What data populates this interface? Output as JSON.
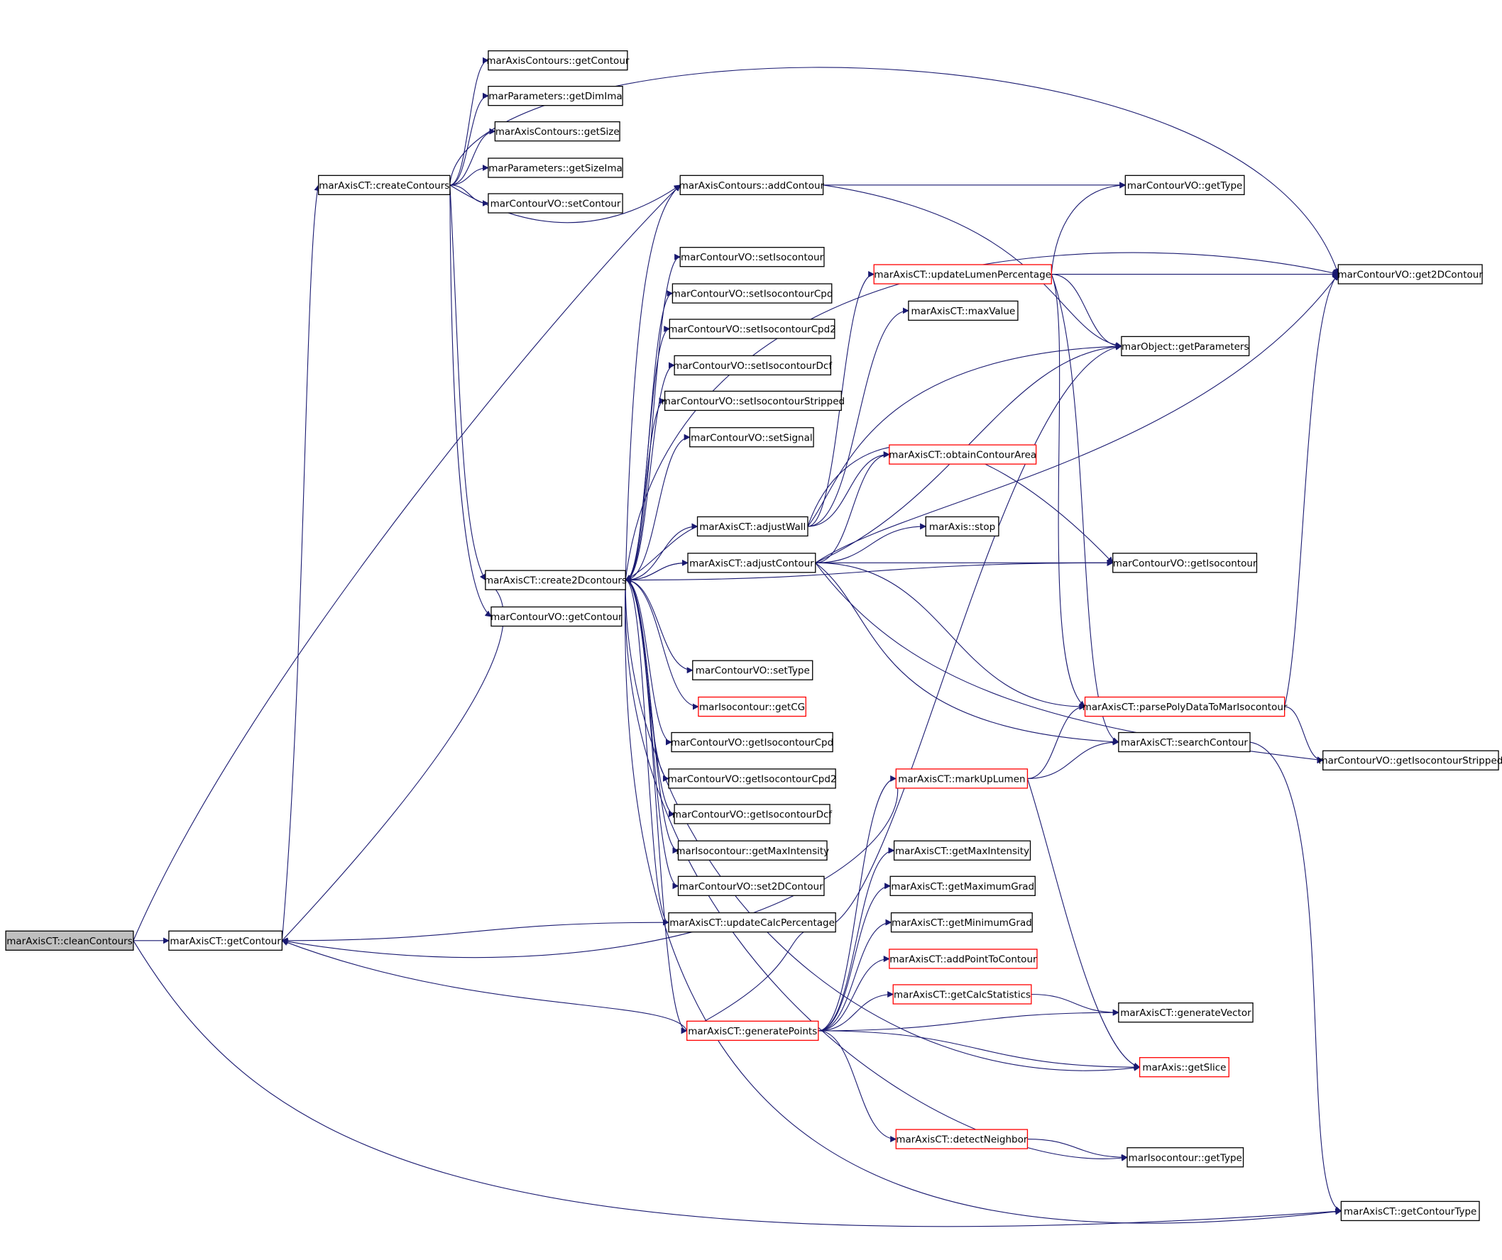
{
  "nodes": [
    {
      "id": "cleanContours",
      "label": "marAxisCT::cleanContours",
      "style": "root"
    },
    {
      "id": "getContourCT",
      "label": "marAxisCT::getContour"
    },
    {
      "id": "createContours",
      "label": "marAxisCT::createContours"
    },
    {
      "id": "axGetContour",
      "label": "marAxisContours::getContour"
    },
    {
      "id": "getDimIma",
      "label": "marParameters::getDimIma"
    },
    {
      "id": "axGetSize",
      "label": "marAxisContours::getSize"
    },
    {
      "id": "getSizeIma",
      "label": "marParameters::getSizeIma"
    },
    {
      "id": "setContour",
      "label": "marContourVO::setContour"
    },
    {
      "id": "addContour",
      "label": "marAxisContours::addContour"
    },
    {
      "id": "setIsocontour",
      "label": "marContourVO::setIsocontour"
    },
    {
      "id": "setIsoCpd",
      "label": "marContourVO::setIsocontourCpd"
    },
    {
      "id": "setIsoCpd2",
      "label": "marContourVO::setIsocontourCpd2"
    },
    {
      "id": "setIsoDcf",
      "label": "marContourVO::setIsocontourDcf"
    },
    {
      "id": "setIsoStripped",
      "label": "marContourVO::setIsocontourStripped"
    },
    {
      "id": "setSignal",
      "label": "marContourVO::setSignal"
    },
    {
      "id": "adjustWall",
      "label": "marAxisCT::adjustWall"
    },
    {
      "id": "adjustContour",
      "label": "marAxisCT::adjustContour"
    },
    {
      "id": "create2D",
      "label": "marAxisCT::create2Dcontours"
    },
    {
      "id": "cvoGetContour",
      "label": "marContourVO::getContour"
    },
    {
      "id": "setType",
      "label": "marContourVO::setType"
    },
    {
      "id": "getCG",
      "label": "marIsocontour::getCG",
      "style": "red"
    },
    {
      "id": "getIsoCpd",
      "label": "marContourVO::getIsocontourCpd"
    },
    {
      "id": "getIsoCpd2",
      "label": "marContourVO::getIsocontourCpd2"
    },
    {
      "id": "getIsoDcf",
      "label": "marContourVO::getIsocontourDcf"
    },
    {
      "id": "isoMaxInt",
      "label": "marIsocontour::getMaxIntensity"
    },
    {
      "id": "set2D",
      "label": "marContourVO::set2DContour"
    },
    {
      "id": "updateCalc",
      "label": "marAxisCT::updateCalcPercentage"
    },
    {
      "id": "genPoints",
      "label": "marAxisCT::generatePoints",
      "style": "red"
    },
    {
      "id": "updateLumen",
      "label": "marAxisCT::updateLumenPercentage",
      "style": "red"
    },
    {
      "id": "maxValue",
      "label": "marAxisCT::maxValue"
    },
    {
      "id": "obtainArea",
      "label": "marAxisCT::obtainContourArea",
      "style": "red"
    },
    {
      "id": "stop",
      "label": "marAxis::stop"
    },
    {
      "id": "markUp",
      "label": "marAxisCT::markUpLumen",
      "style": "red"
    },
    {
      "id": "ctMaxInt",
      "label": "marAxisCT::getMaxIntensity"
    },
    {
      "id": "maxGrad",
      "label": "marAxisCT::getMaximumGrad"
    },
    {
      "id": "minGrad",
      "label": "marAxisCT::getMinimumGrad"
    },
    {
      "id": "addPoint",
      "label": "marAxisCT::addPointToContour",
      "style": "red"
    },
    {
      "id": "calcStats",
      "label": "marAxisCT::getCalcStatistics",
      "style": "red"
    },
    {
      "id": "detectN",
      "label": "marAxisCT::detectNeighbor",
      "style": "red"
    },
    {
      "id": "getTypeVO",
      "label": "marContourVO::getType"
    },
    {
      "id": "getParams",
      "label": "marObject::getParameters"
    },
    {
      "id": "getIso",
      "label": "marContourVO::getIsocontour"
    },
    {
      "id": "parsePoly",
      "label": "marAxisCT::parsePolyDataToMarIsocontour",
      "style": "red"
    },
    {
      "id": "searchC",
      "label": "marAxisCT::searchContour"
    },
    {
      "id": "genVector",
      "label": "marAxisCT::generateVector"
    },
    {
      "id": "getSlice",
      "label": "marAxis::getSlice",
      "style": "red"
    },
    {
      "id": "isoGetType",
      "label": "marIsocontour::getType"
    },
    {
      "id": "get2D",
      "label": "marContourVO::get2DContour"
    },
    {
      "id": "getIsoStripped",
      "label": "marContourVO::getIsocontourStripped"
    },
    {
      "id": "getCType",
      "label": "marAxisCT::getContourType"
    }
  ]
}
